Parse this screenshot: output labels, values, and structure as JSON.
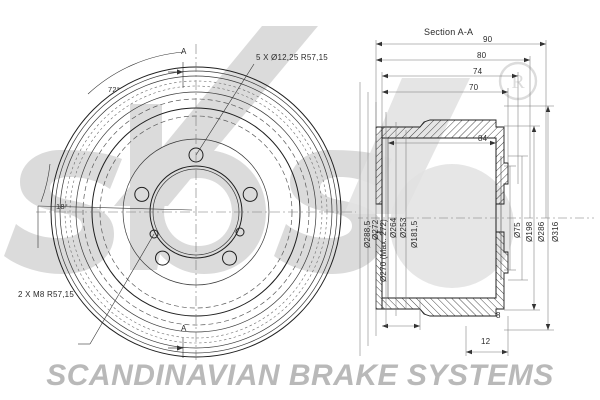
{
  "sheet": {
    "title_section": "Section A-A",
    "brand_footer": "SCANDINAVIAN BRAKE SYSTEMS",
    "watermark_logo": "sbs",
    "registered_mark": "®"
  },
  "front_view": {
    "name": "brake-drum-front-view",
    "section_marker_top": "A",
    "section_marker_bottom": "A",
    "annotations": [
      {
        "id": "hole-pattern",
        "text": "5 X Ø12,25 R57,15"
      },
      {
        "id": "thread-pattern",
        "text": "2 X M8 R57,15"
      },
      {
        "id": "angle-72",
        "text": "72°"
      },
      {
        "id": "angle-18",
        "text": "18°"
      }
    ]
  },
  "section_view": {
    "name": "brake-drum-section-a-a",
    "horizontal_dims": [
      "90",
      "80",
      "74",
      "70"
    ],
    "inner_dim": "84",
    "bottom_dims": [
      "8",
      "12"
    ],
    "left_diameters": [
      "Ø288,5",
      "Ø272",
      "Ø270 (Max. 272)",
      "Ø264",
      "Ø253",
      "Ø181,5"
    ],
    "right_diameters": [
      "Ø75",
      "Ø198",
      "Ø286",
      "Ø316"
    ]
  },
  "colors": {
    "line": "#1f1f1f",
    "thin": "#555555",
    "watermark": "#d8d8d8",
    "brand": "#b9b9b9"
  }
}
